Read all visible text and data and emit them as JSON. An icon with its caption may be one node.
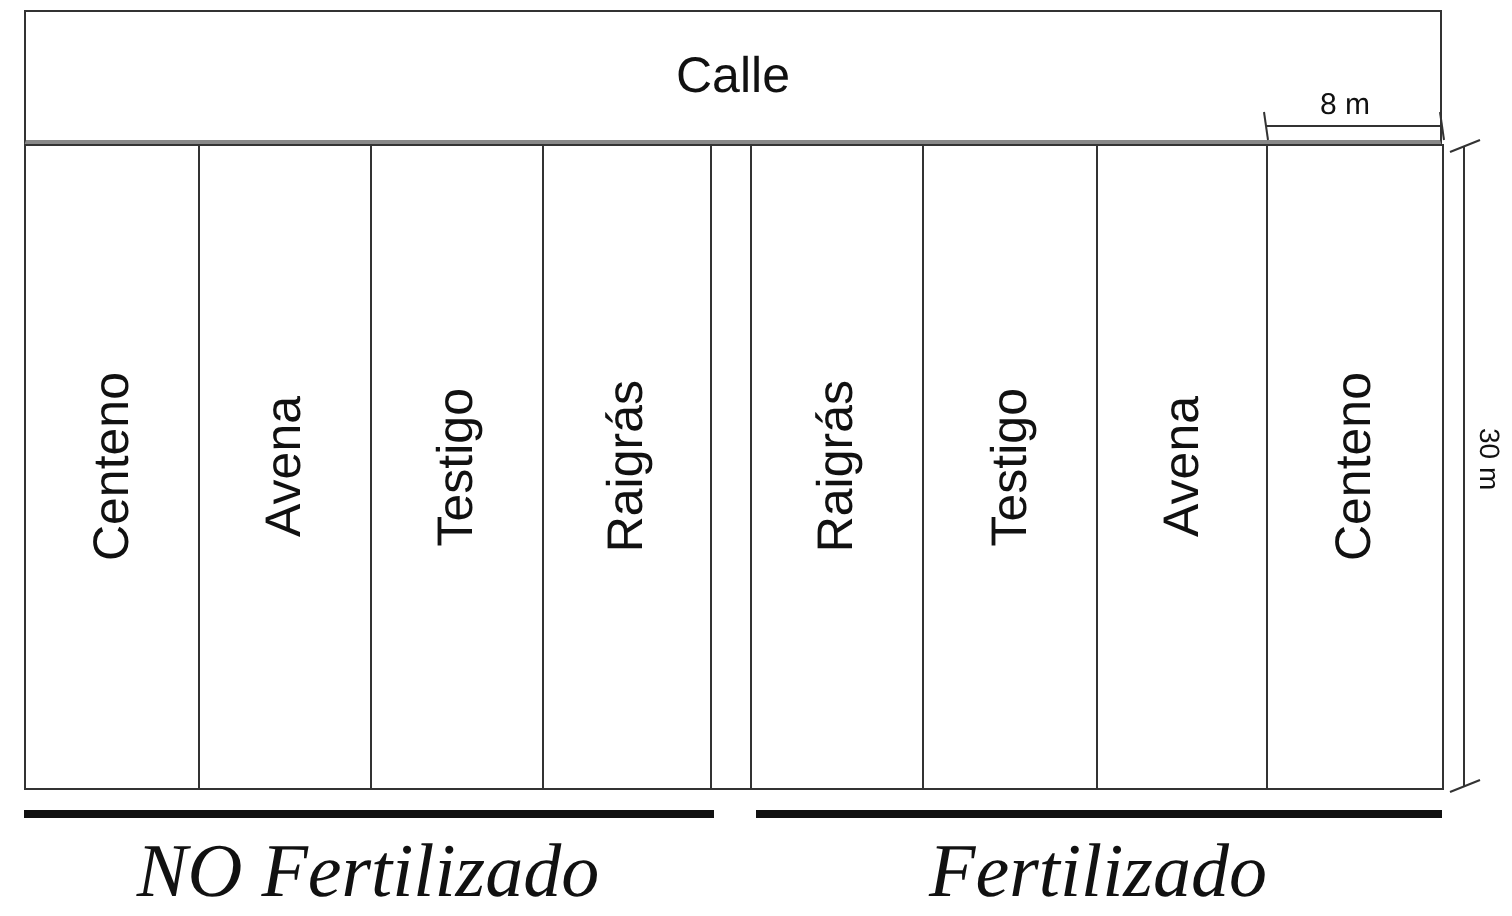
{
  "diagram": {
    "nodes": [
      {
        "text": [
          "Calle"
        ]
      },
      {
        "text": [
          "Centeno"
        ]
      },
      {
        "text": [
          "Avena"
        ]
      },
      {
        "text": [
          "Testigo"
        ]
      },
      {
        "text": [
          "Raigrás"
        ]
      },
      {
        "text": [],
        "shape": "box"
      },
      {
        "text": [
          "Raigrás"
        ]
      },
      {
        "text": [
          "Testigo"
        ]
      },
      {
        "text": [
          "Avena"
        ]
      },
      {
        "text": [
          "Centeno"
        ]
      }
    ],
    "labels": [
      "8 m",
      "30 m",
      "NO Fertilizado",
      "Fertilizado"
    ]
  }
}
